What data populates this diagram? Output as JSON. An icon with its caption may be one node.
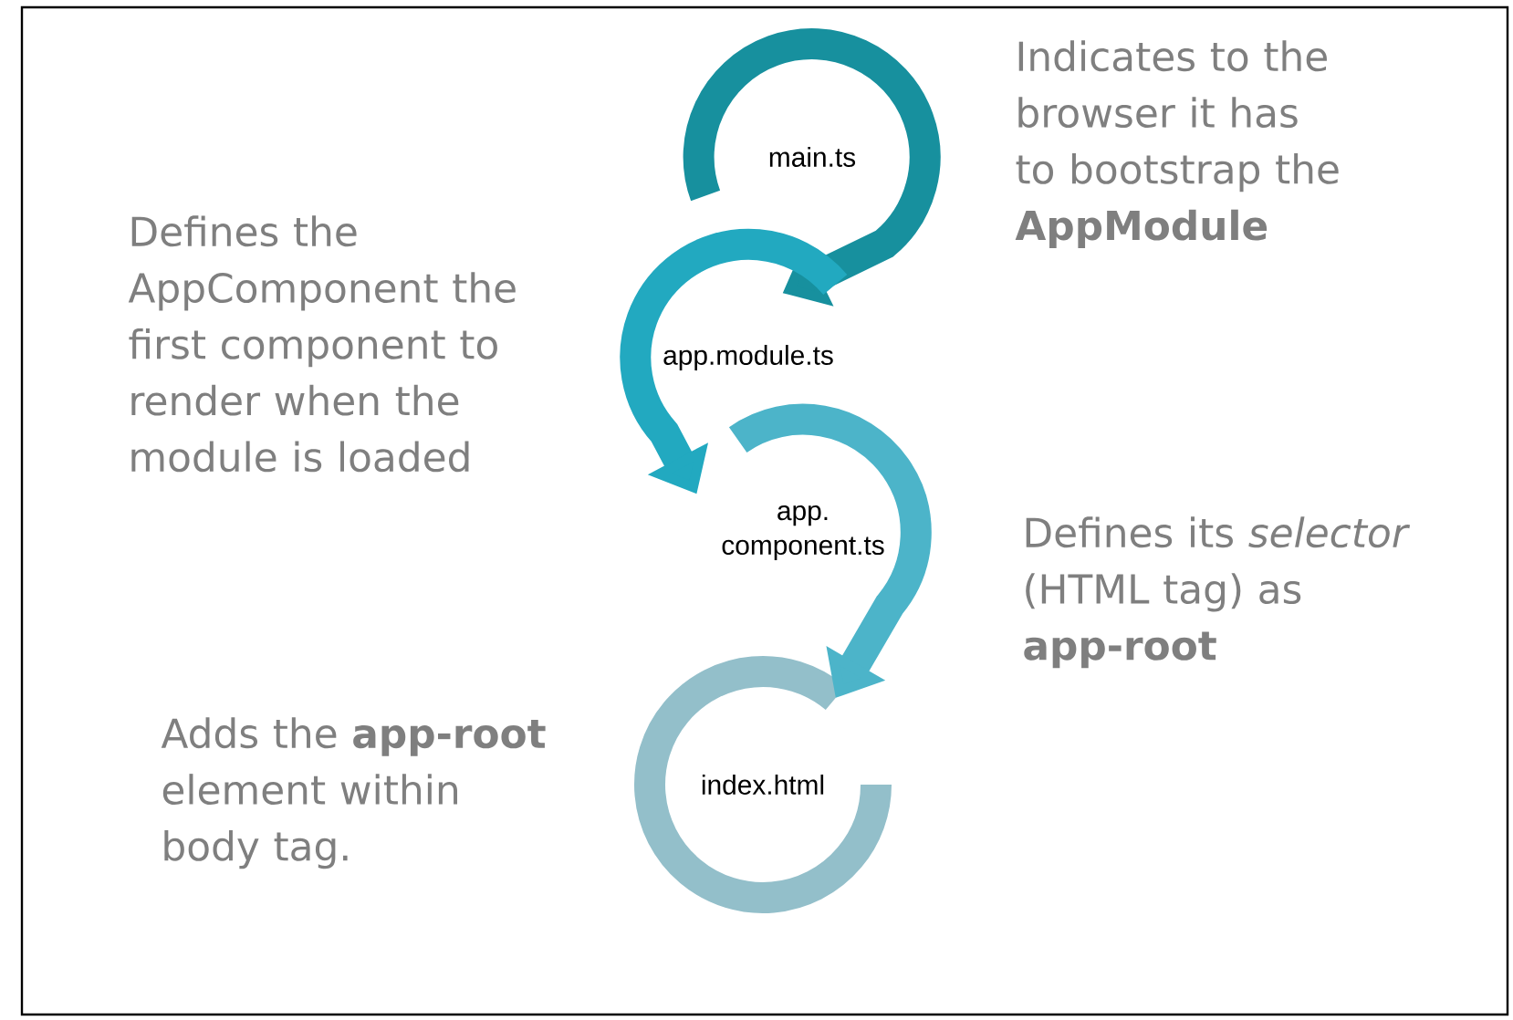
{
  "diagram": {
    "nodes": [
      {
        "text": [
          "main.ts"
        ],
        "beside": [
          "Indicates to the browser it has to bootstrap the **AppModule**"
        ]
      },
      {
        "text": [
          "app.module.ts"
        ],
        "beside": [
          "Defines the AppComponent the first component to render when the module is loaded"
        ]
      },
      {
        "text": [
          "app. component.ts"
        ],
        "beside": [
          "Defines its *selector* (HTML tag) as **app-root**"
        ]
      },
      {
        "text": [
          "index.html"
        ],
        "beside": [
          "Adds the **app-root** element within body tag."
        ]
      }
    ],
    "edges": [
      {
        "from": 0,
        "to": 1,
        "arrow": "to",
        "color": "#17909e"
      },
      {
        "from": 1,
        "to": 2,
        "arrow": "to",
        "color": "#22a9c0"
      },
      {
        "from": 2,
        "to": 3,
        "arrow": "to",
        "color": "#4cb4c9"
      }
    ]
  }
}
